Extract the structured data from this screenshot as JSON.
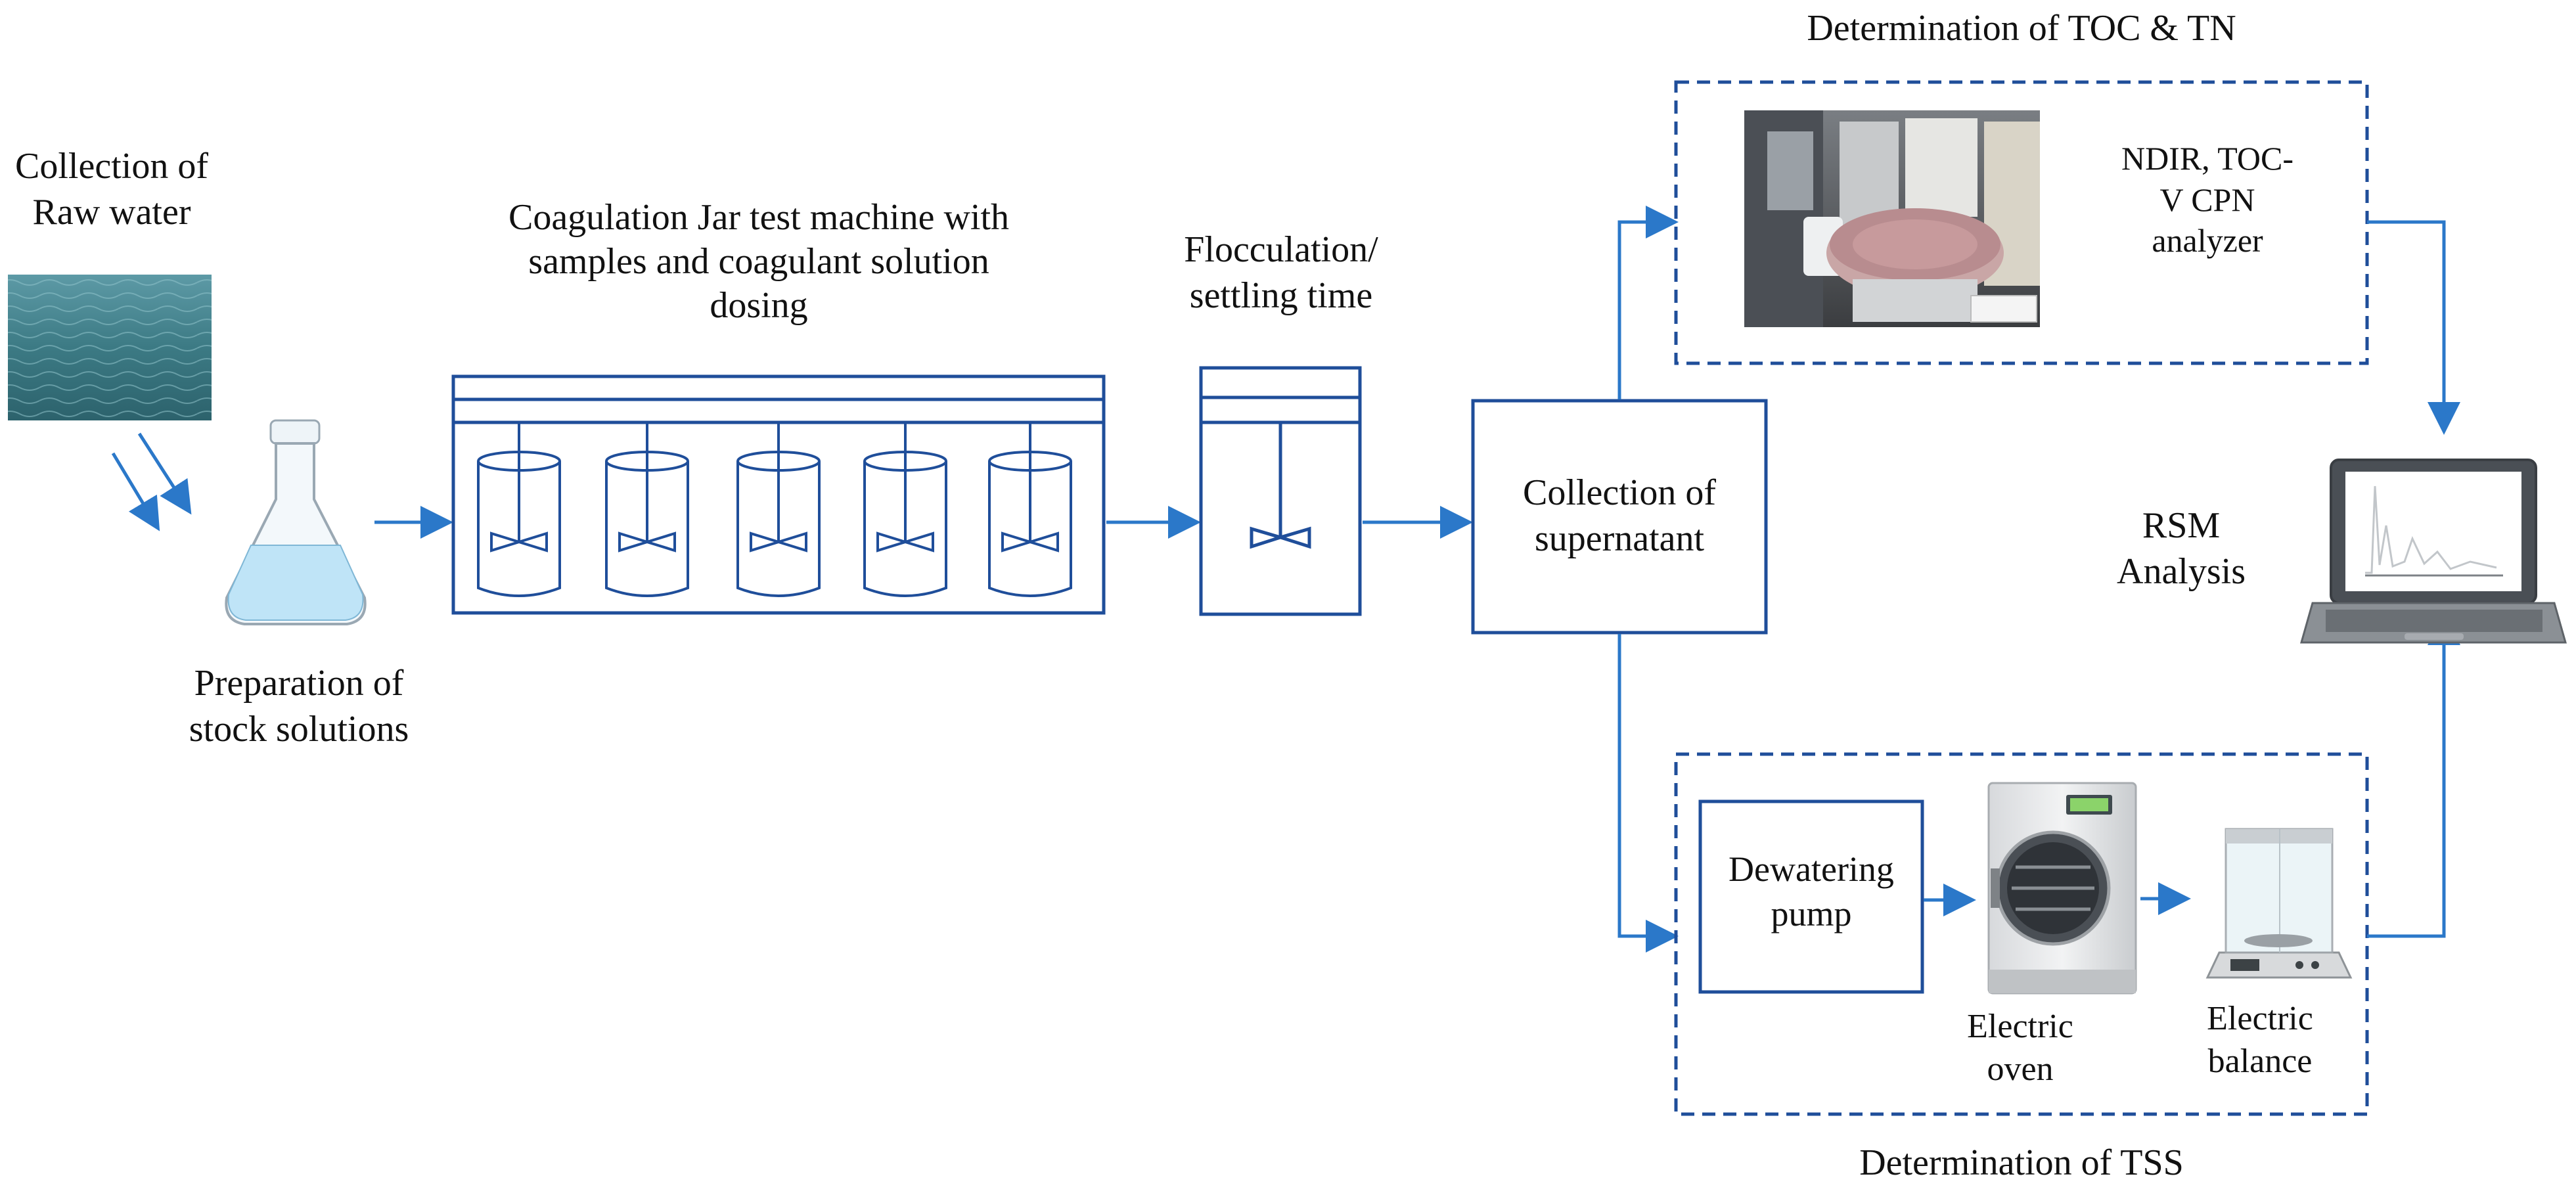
{
  "colors": {
    "line": "#1f4e9a",
    "arrow": "#2b78c9",
    "text": "#111111",
    "flask_liquid": "#bfe4f7",
    "water": "#3d7d86"
  },
  "steps": {
    "raw_water": {
      "line1": "Collection of",
      "line2": "Raw water"
    },
    "stock": {
      "line1": "Preparation of",
      "line2": "stock solutions"
    },
    "jar_test": {
      "line1": "Coagulation Jar test machine with",
      "line2": "samples and coagulant solution",
      "line3": "dosing"
    },
    "flocculation": {
      "line1": "Flocculation/",
      "line2": "settling time"
    },
    "supernatant": {
      "line1": "Collection of",
      "line2": "supernatant"
    },
    "toc_tn": {
      "title": "Determination of TOC & TN",
      "analyzer_line1": "NDIR, TOC-",
      "analyzer_line2": "V CPN",
      "analyzer_line3": "analyzer"
    },
    "tss": {
      "title": "Determination of TSS",
      "pump_line1": "Dewatering",
      "pump_line2": "pump",
      "oven_line1": "Electric",
      "oven_line2": "oven",
      "balance_line1": "Electric",
      "balance_line2": "balance"
    },
    "rsm": {
      "line1": "RSM",
      "line2": "Analysis"
    }
  },
  "icons": [
    "water-photo-icon",
    "flask-icon",
    "jar-test-machine-icon",
    "settling-tank-icon",
    "toc-analyzer-photo-icon",
    "oven-icon",
    "balance-icon",
    "laptop-icon"
  ]
}
